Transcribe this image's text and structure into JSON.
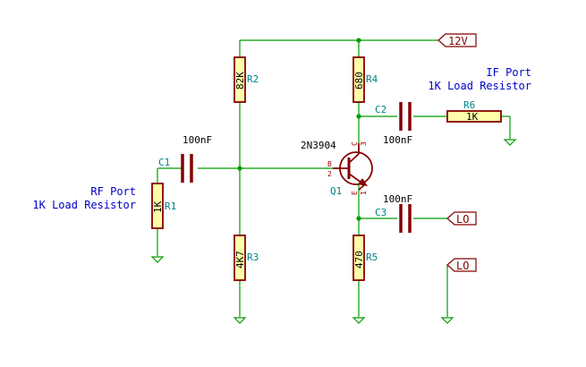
{
  "colors": {
    "wire": "#009c00",
    "component": "#840000",
    "reference": "#008484",
    "value": "#000000",
    "pin": "#a00000",
    "port_label": "#840000",
    "annotation": "#0000c8",
    "junction": "#009c00"
  },
  "annotations": {
    "rf_port": [
      "RF Port",
      "1K Load Resistor"
    ],
    "if_port": [
      "IF Port",
      "1K Load Resistor"
    ]
  },
  "components": {
    "r1": {
      "ref": "R1",
      "value": "1K"
    },
    "r2": {
      "ref": "R2",
      "value": "82K"
    },
    "r3": {
      "ref": "R3",
      "value": "4K7"
    },
    "r4": {
      "ref": "R4",
      "value": "680"
    },
    "r5": {
      "ref": "R5",
      "value": "470"
    },
    "r6": {
      "ref": "R6",
      "value": "1K"
    },
    "c1": {
      "ref": "C1",
      "value": "100nF"
    },
    "c2": {
      "ref": "C2",
      "value": "100nF"
    },
    "c3": {
      "ref": "C3",
      "value": "100nF"
    },
    "q1": {
      "ref": "Q1",
      "value": "2N3904"
    }
  },
  "q1_pins": {
    "base_letter": "B",
    "base_number": "2",
    "collector_letter": "C",
    "collector_number": "3",
    "emitter_letter": "E",
    "emitter_number": "1"
  },
  "ports": {
    "supply": "12V",
    "lo_main": "LO",
    "lo_aux": "LO"
  }
}
